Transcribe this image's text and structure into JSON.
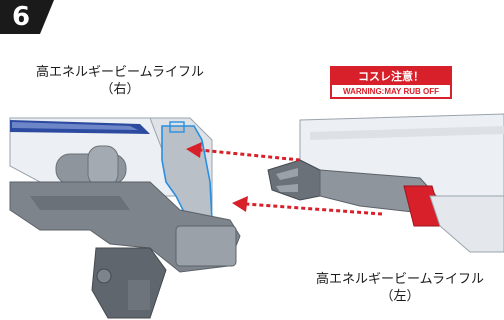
{
  "step": {
    "number": "6"
  },
  "labels": {
    "right_title": "高エネルギービームライフル",
    "right_side": "（右）",
    "left_title": "高エネルギービームライフル",
    "left_side": "（左）"
  },
  "warning": {
    "jp": "コスレ注意！",
    "en": "WARNING:MAY RUB OFF"
  },
  "colors": {
    "warning_red": "#d8202a",
    "arrow_red": "#d8202a",
    "highlight_blue": "#2a8fe0",
    "accent_blue": "#2b4aa0"
  }
}
